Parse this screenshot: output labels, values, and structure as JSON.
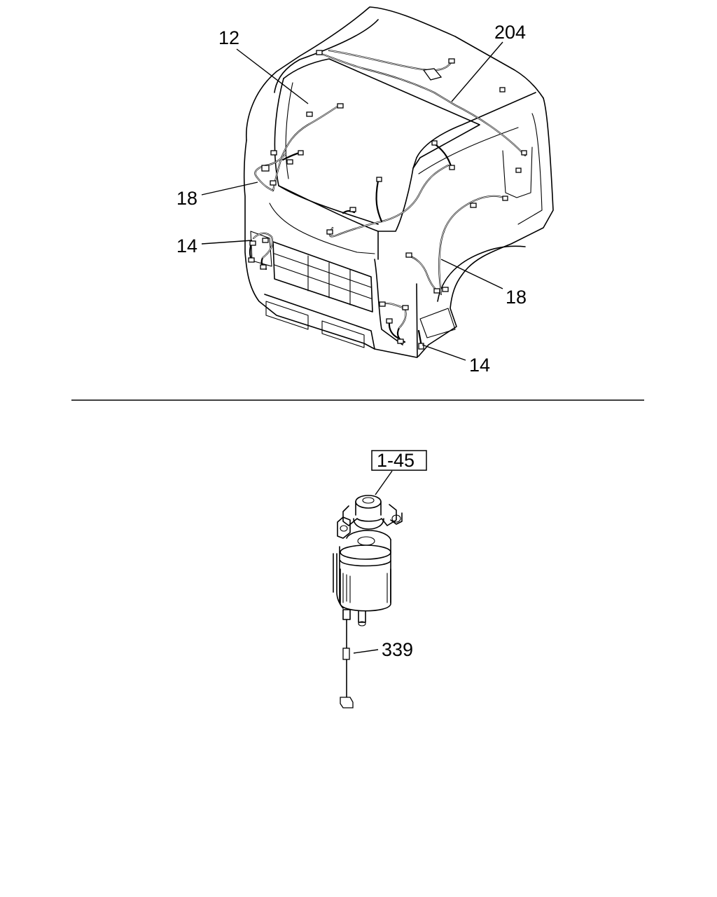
{
  "callouts": {
    "c12": "12",
    "c204": "204",
    "c18_left": "18",
    "c14_left": "14",
    "c18_right": "18",
    "c14_right": "14",
    "c145": "1-45",
    "c339": "339"
  }
}
